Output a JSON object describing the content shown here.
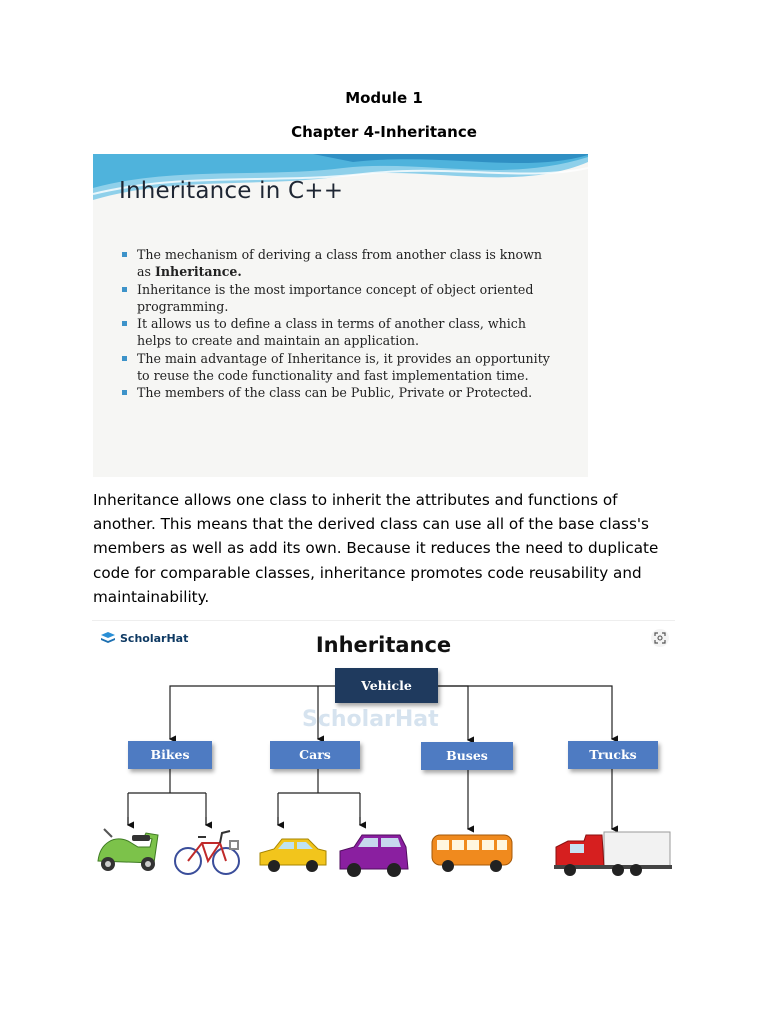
{
  "document": {
    "module_title": "Module 1",
    "chapter_title": "Chapter 4-Inheritance",
    "paragraph": "Inheritance allows one class to inherit the attributes and functions of another. This means that the derived class can use all of the base class's members as well as add its own. Because it reduces the need to duplicate code for comparable classes, inheritance promotes code reusability and maintainability."
  },
  "slide": {
    "title": "Inheritance in C++",
    "bullets": [
      {
        "before": "The mechanism of deriving a class from another class is known as ",
        "bold": "Inheritance.",
        "after": ""
      },
      {
        "before": "Inheritance is the most importance concept of object oriented programming.",
        "bold": "",
        "after": ""
      },
      {
        "before": "It allows us to define a class in terms of another class, which helps to create and maintain an application.",
        "bold": "",
        "after": ""
      },
      {
        "before": "The main advantage of Inheritance is, it provides an opportunity to reuse the code functionality and fast implementation time.",
        "bold": "",
        "after": ""
      },
      {
        "before": "The members of the class can be Public, Private or Protected.",
        "bold": "",
        "after": ""
      }
    ],
    "accent_color": "#3d93c9"
  },
  "diagram": {
    "brand": "ScholarHat",
    "title": "Inheritance",
    "watermark": "ScholarHat",
    "root": "Vehicle",
    "children": [
      "Bikes",
      "Cars",
      "Buses",
      "Trucks"
    ],
    "icons": [
      "scooter-icon",
      "bicycle-icon",
      "yellow-car-icon",
      "purple-suv-icon",
      "bus-icon",
      "truck-icon"
    ],
    "colors": {
      "root": "#1f3a5e",
      "child": "#4e7bc2"
    }
  }
}
